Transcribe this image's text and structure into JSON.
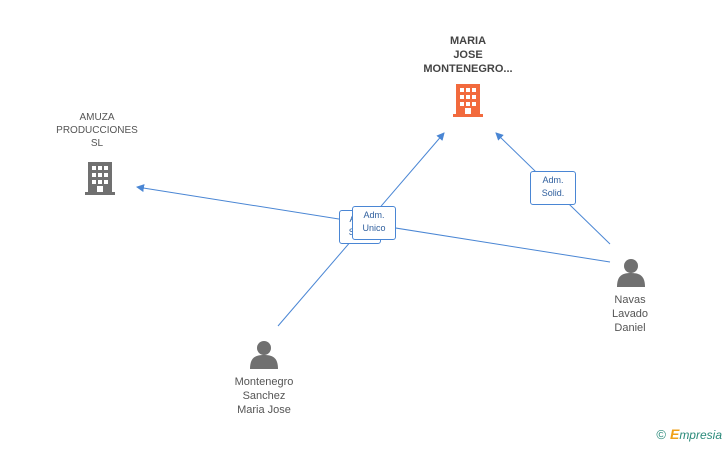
{
  "colors": {
    "edge": "#4a86d4",
    "company_main": "#f26a3d",
    "company": "#707070",
    "person": "#707070"
  },
  "nodes": {
    "maria_jose_company": {
      "label_lines": [
        "MARIA",
        "JOSE",
        "MONTENEGRO..."
      ],
      "icon": "building-icon"
    },
    "amuza": {
      "label_lines": [
        "AMUZA",
        "PRODUCCIONES",
        "SL"
      ],
      "icon": "building-icon"
    },
    "navas": {
      "label_lines": [
        "Navas",
        "Lavado",
        "Daniel"
      ],
      "icon": "person-icon"
    },
    "montenegro": {
      "label_lines": [
        "Montenegro",
        "Sanchez",
        "Maria Jose"
      ],
      "icon": "person-icon"
    }
  },
  "edges": {
    "montenegro_to_company": {
      "label_lines": [
        "Adm.",
        "Unico"
      ]
    },
    "navas_to_company": {
      "label_lines": [
        "Adm.",
        "Solid."
      ]
    },
    "navas_to_amuza": {
      "label_lines": [
        "Adm.",
        "Solid."
      ]
    }
  },
  "brand": {
    "copyright": "©",
    "initial": "E",
    "rest": "mpresia"
  }
}
